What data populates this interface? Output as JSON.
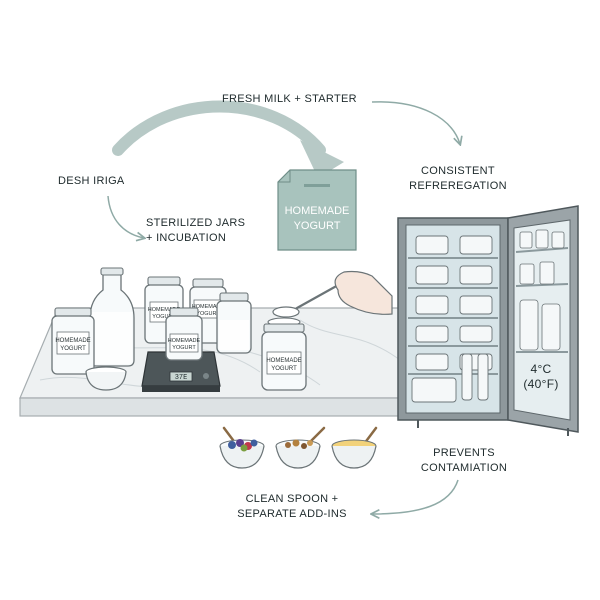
{
  "labels": {
    "fresh_milk": "FRESH MILK + STARTER",
    "desh_iriga": "DESH IRIGA",
    "sterilized": "STERILIZED JARS\n+ INCUBATION",
    "consistent": "CONSISTENT\nREFREREGATION",
    "prevents": "PREVENTS\nCONTAMIATION",
    "clean_spoon": "CLEAN SPOON +\nSEPARATE ADD-INS",
    "fridge_temp": "4°C\n(40°F)"
  },
  "card": {
    "line1": "HOMEMADE",
    "line2": "YOGURT"
  },
  "jars": {
    "left": "HOMEMADE\nYOGURT",
    "back": "HOMEMADE\nYOGURT",
    "mid": "HOMEMADE\nYOGURT",
    "front": "HOMEMADE\nYOGURT",
    "right": "HOMEMADE\nYOGURT"
  },
  "scale": {
    "display": "37E"
  },
  "colors": {
    "accent_arrow": "#b7c9c6",
    "card_fill": "#a8c3bd",
    "fridge_body": "#8e989c",
    "fridge_interior": "#d7e4e8"
  }
}
